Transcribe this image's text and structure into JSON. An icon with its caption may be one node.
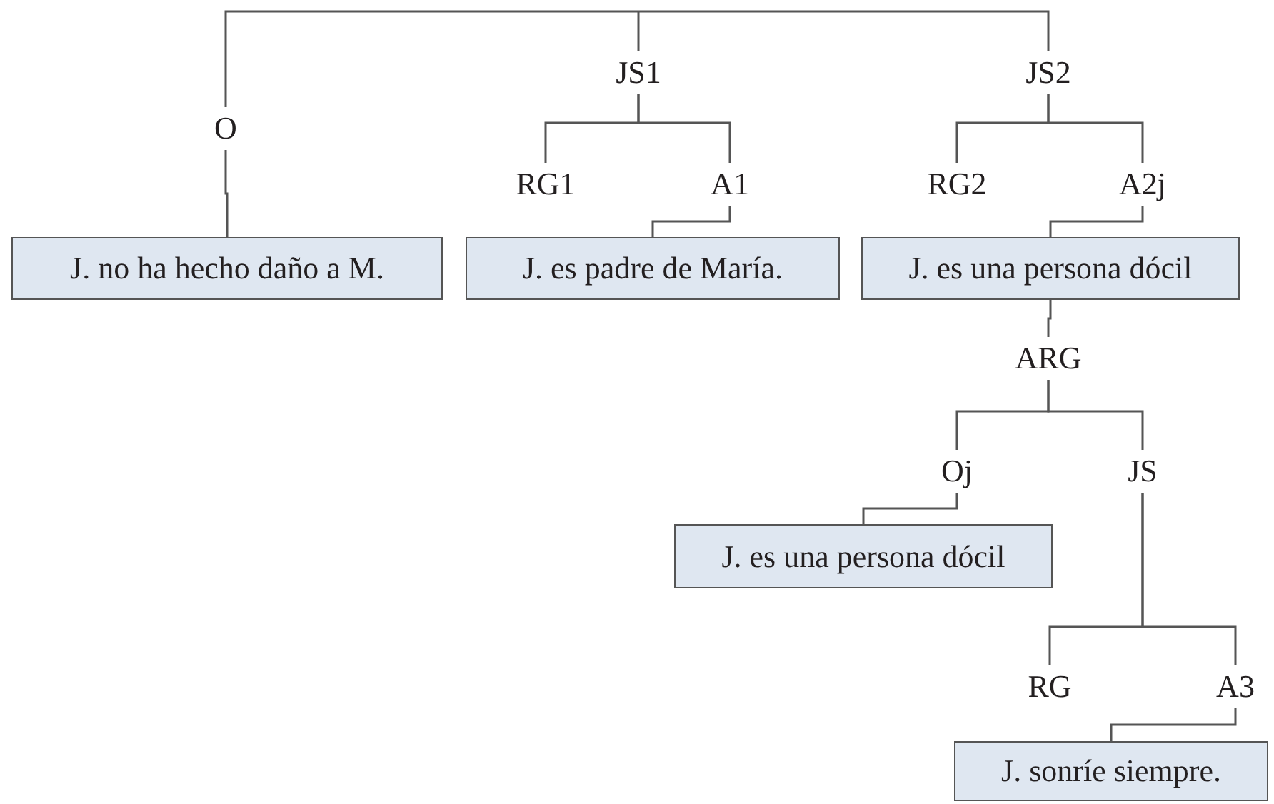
{
  "diagram": {
    "nodes": [
      {
        "text": [
          "O"
        ]
      },
      {
        "text": [
          "J. no ha hecho daño a M."
        ]
      },
      {
        "text": [
          "JS1"
        ]
      },
      {
        "text": [
          "RG1"
        ]
      },
      {
        "text": [
          "A1"
        ]
      },
      {
        "text": [
          "J. es padre de María."
        ]
      },
      {
        "text": [
          "JS2"
        ]
      },
      {
        "text": [
          "RG2"
        ]
      },
      {
        "text": [
          "A2j"
        ]
      },
      {
        "text": [
          "J. es una persona dócil"
        ]
      },
      {
        "text": [
          "ARG"
        ]
      },
      {
        "text": [
          "Oj"
        ]
      },
      {
        "text": [
          "JS"
        ]
      },
      {
        "text": [
          "J. es una persona dócil"
        ]
      },
      {
        "text": [
          "RG"
        ]
      },
      {
        "text": [
          "A3"
        ]
      },
      {
        "text": [
          "J. sonríe siempre."
        ]
      }
    ],
    "edges": [
      {
        "from": null,
        "to": 0,
        "arrow": "none"
      },
      {
        "from": null,
        "to": 2,
        "arrow": "none"
      },
      {
        "from": null,
        "to": 6,
        "arrow": "none"
      },
      {
        "from": 0,
        "to": 1,
        "arrow": "none"
      },
      {
        "from": 2,
        "to": 3,
        "arrow": "none"
      },
      {
        "from": 2,
        "to": 4,
        "arrow": "none"
      },
      {
        "from": 4,
        "to": 5,
        "arrow": "none"
      },
      {
        "from": 6,
        "to": 7,
        "arrow": "none"
      },
      {
        "from": 6,
        "to": 8,
        "arrow": "none"
      },
      {
        "from": 8,
        "to": 9,
        "arrow": "none"
      },
      {
        "from": 9,
        "to": 10,
        "arrow": "none"
      },
      {
        "from": 10,
        "to": 11,
        "arrow": "none"
      },
      {
        "from": 10,
        "to": 12,
        "arrow": "none"
      },
      {
        "from": 11,
        "to": 13,
        "arrow": "none"
      },
      {
        "from": 12,
        "to": 14,
        "arrow": "none"
      },
      {
        "from": 12,
        "to": 15,
        "arrow": "none"
      },
      {
        "from": 15,
        "to": 16,
        "arrow": "none"
      }
    ]
  }
}
